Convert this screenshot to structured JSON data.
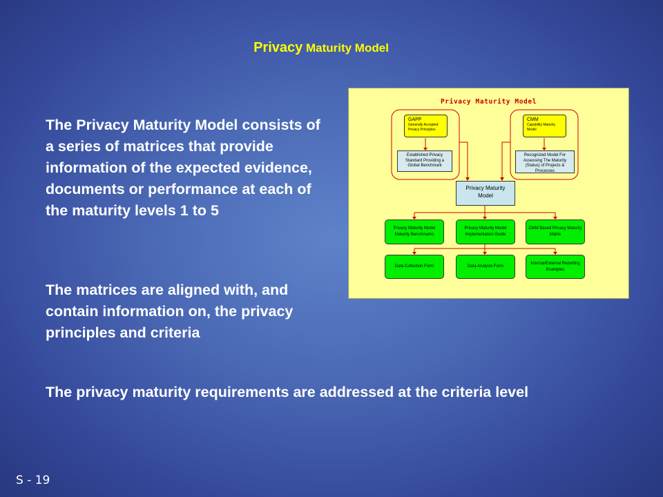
{
  "slide": {
    "title_part1": "Privacy",
    "title_part2": " Maturity Model",
    "paragraph1": "The Privacy Maturity Model consists of a series of matrices that provide information of the expected evidence, documents or performance at each of the maturity levels 1 to 5",
    "paragraph2": "The matrices are aligned with, and contain information on, the privacy principles and criteria",
    "paragraph3": "The privacy maturity requirements are addressed at the criteria level",
    "slide_number": "S - 19"
  },
  "diagram": {
    "title": "Privacy Maturity Model",
    "gapp_title": "GAPP",
    "gapp_sub": "Generally Accepted Privacy Principles",
    "cmm_title": "CMM",
    "cmm_sub": "Capability Maturity Model",
    "established": "Established Privacy Standard Providing a Global Benchmark",
    "recognized": "Recognized Model For Assessing The Maturity (Status) of Projects & Processes",
    "center": "Privacy Maturity Model",
    "row1": [
      "Privacy Maturity Model Maturity Benchmarks",
      "Privacy Maturity Model Implementation Guide",
      "CMM Based Privacy Maturity Matrix"
    ],
    "row2": [
      "Data Collection Form",
      "Data Analysis Form",
      "Internal/External Reporting Examples"
    ],
    "colors": {
      "line": "#cc0000",
      "green": "#00ee00",
      "yellow": "#ffff00",
      "panel": "#ffff99"
    }
  }
}
